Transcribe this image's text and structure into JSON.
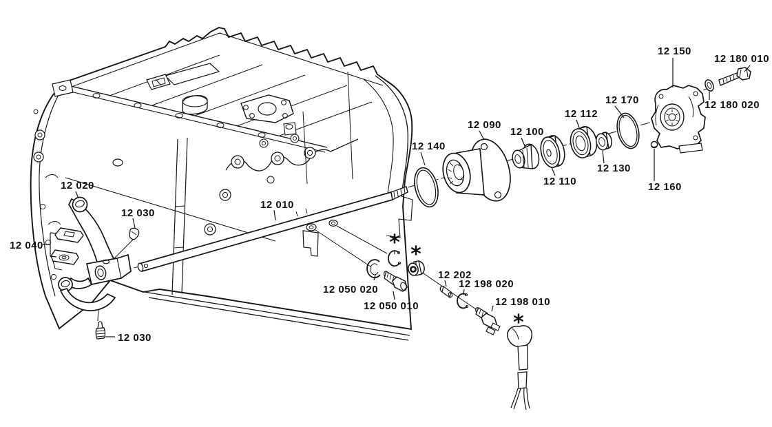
{
  "diagram": {
    "type": "exploded-parts-drawing",
    "subject": "gearbox-housing-speedometer-drive-and-shift-fork",
    "colors": {
      "background": "#ffffff",
      "line": "#141414",
      "label": "#111111"
    },
    "callouts": {
      "c_12010": "12 010",
      "c_12020": "12 020",
      "c_12030_top": "12 030",
      "c_12030_bottom": "12 030",
      "c_12040": "12 040",
      "c_12050_010": "12 050 010",
      "c_12050_020": "12 050 020",
      "c_12090": "12 090",
      "c_12100": "12 100",
      "c_12110": "12 110",
      "c_12112": "12 112",
      "c_12130": "12 130",
      "c_12140": "12 140",
      "c_12150": "12 150",
      "c_12160": "12 160",
      "c_12170": "12 170",
      "c_12180_010": "12 180 010",
      "c_12180_020": "12 180 020",
      "c_12198_010": "12 198 010",
      "c_12198_020": "12 198 020",
      "c_12202": "12 202",
      "footnote_marker": "*"
    }
  }
}
